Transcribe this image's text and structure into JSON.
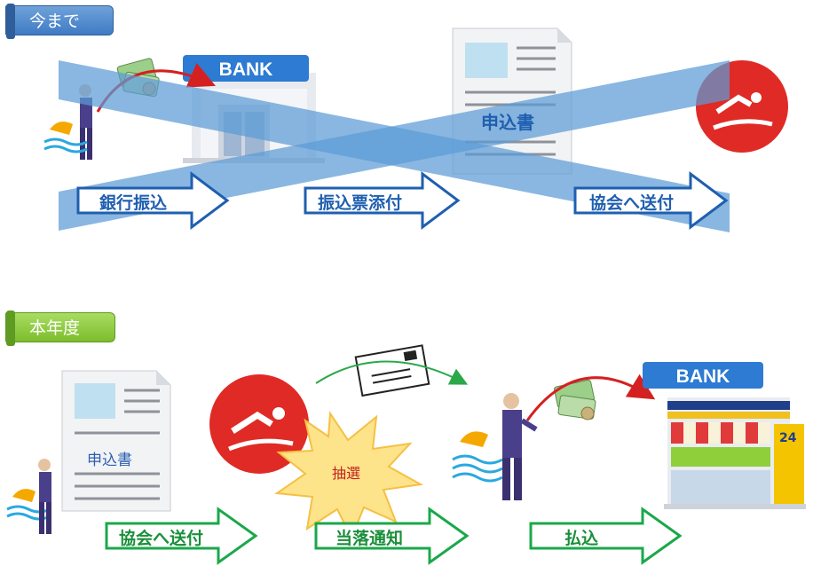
{
  "sections": {
    "before": {
      "tag": "今まで",
      "arrows": [
        "銀行振込",
        "振込票添付",
        "協会へ送付"
      ],
      "form_label": "申込書",
      "bank_sign": "BANK"
    },
    "this_year": {
      "tag": "本年度",
      "arrows": [
        "協会へ送付",
        "当落通知",
        "払込"
      ],
      "form_label": "申込書",
      "lottery_label": "抽選",
      "bank_sign": "BANK",
      "store_badge": "24"
    }
  },
  "colors": {
    "blue_arrow": "#1f5fb0",
    "green_arrow": "#1aa84a",
    "logo_red": "#e02a25",
    "cross_band": "#5b9bd5"
  },
  "icons": [
    "bank-icon",
    "form-document-icon",
    "swimmer-logo-icon",
    "businessman-icon",
    "money-icon",
    "envelope-icon",
    "starburst-icon",
    "convenience-store-icon"
  ]
}
